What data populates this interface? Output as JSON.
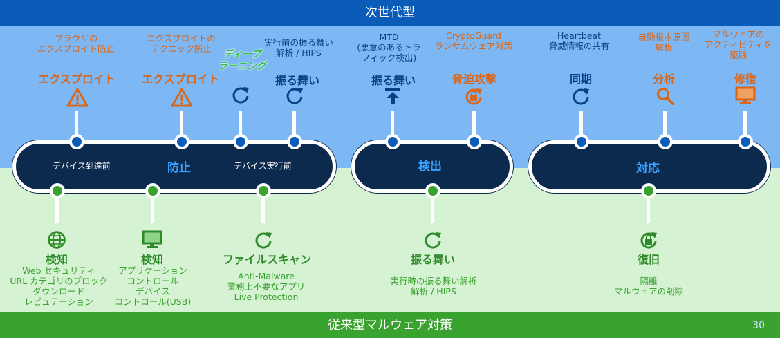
{
  "header": {
    "title": "次世代型"
  },
  "footer": {
    "title": "従来型マルウェア対策",
    "page": "30"
  },
  "pills": {
    "prevent": {
      "title": "防止",
      "left": "デバイス到達前",
      "right": "デバイス実行前"
    },
    "detect": {
      "title": "検出"
    },
    "respond": {
      "title": "対応"
    }
  },
  "top": {
    "exploit1": {
      "caption": [
        "ブラウザの",
        "エクスプロイト防止"
      ],
      "head": "エクスプロイト",
      "icon": "warning-triangle-icon"
    },
    "exploit2": {
      "caption": [
        "エクスプロイトの",
        "テクニック防止"
      ],
      "head": "エクスプロイト",
      "icon": "warning-triangle-icon"
    },
    "deep": {
      "head": [
        "ディープ",
        "ラーニング"
      ],
      "icon": "refresh-icon"
    },
    "behavior1": {
      "caption": [
        "実行前の振る舞い",
        "解析 / HIPS"
      ],
      "head": "振る舞い",
      "icon": "refresh-icon"
    },
    "behavior2": {
      "caption": [
        "MTD",
        "(悪意のあるトラ",
        "フィック検出)"
      ],
      "head": "振る舞い",
      "icon": "upload-arrow-icon"
    },
    "threat": {
      "caption": [
        "CryptoGuard",
        "ランサムウェア対策"
      ],
      "head": "脅迫攻撃",
      "icon": "lock-refresh-icon"
    },
    "sync": {
      "caption": [
        "Heartbeat",
        "脅威情報の共有"
      ],
      "head": "同期",
      "icon": "refresh-icon"
    },
    "analysis": {
      "caption": [
        "自動根本原因",
        "解析"
      ],
      "head": "分析",
      "icon": "search-icon"
    },
    "repair": {
      "caption": [
        "マルウェアの",
        "アクティビティを",
        "駆除"
      ],
      "head": "修復",
      "icon": "monitor-icon"
    }
  },
  "bottom": {
    "detect_web": {
      "head": "検知",
      "lines": [
        "Web セキュリティ",
        "URL カテゴリのブロック",
        "ダウンロード",
        "レピュテーション"
      ],
      "icon": "globe-icon"
    },
    "detect_app": {
      "head": "検知",
      "lines": [
        "アプリケーション",
        "コントロール",
        "デバイス",
        "コントロール(USB)"
      ],
      "icon": "monitor-icon"
    },
    "filescan": {
      "head": "ファイルスキャン",
      "lines": [
        "Anti-Malware",
        "業務上不要なアプリ",
        "Live Protection"
      ],
      "icon": "refresh-icon"
    },
    "behavior3": {
      "head": "振る舞い",
      "lines": [
        "実行時の振る舞い解析",
        "解析 / HIPS"
      ],
      "icon": "refresh-icon"
    },
    "recover": {
      "head": "復旧",
      "lines": [
        "隔離",
        "マルウェアの削除"
      ],
      "icon": "lock-refresh-icon"
    }
  },
  "colors": {
    "top_band": "#0a5cb8",
    "blue_zone": "#7db8f5",
    "green_zone": "#d5f2d2",
    "bottom_band": "#3aa22f",
    "pill": "#0c2a4d",
    "orange": "#d8661a",
    "blue_text": "#0d3f86",
    "green_text": "#3aa22f"
  }
}
